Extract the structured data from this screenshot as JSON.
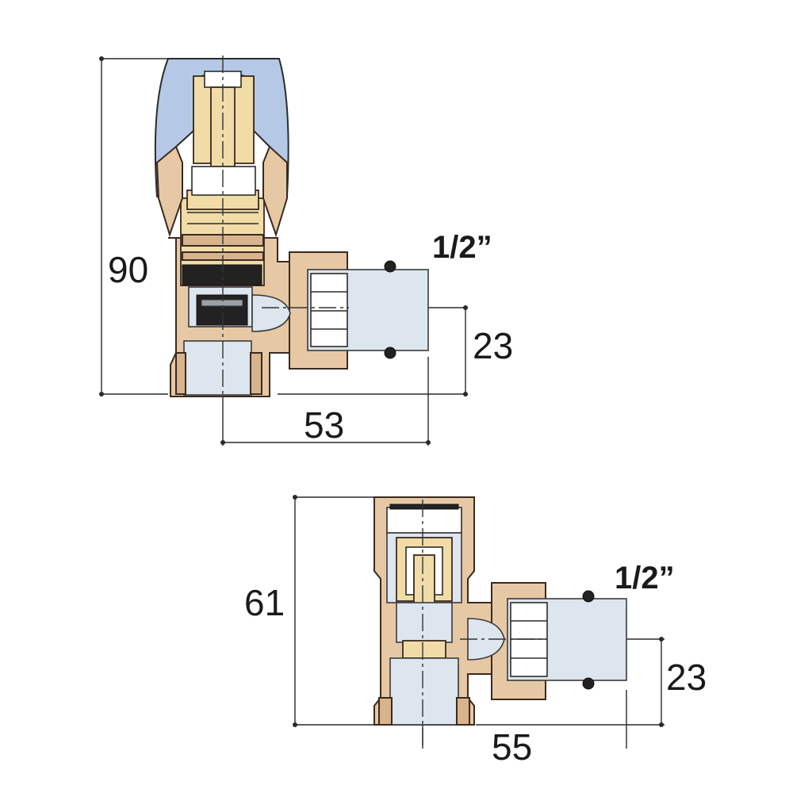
{
  "top_valve": {
    "height_dim": "90",
    "offset_dim": "23",
    "length_dim": "53",
    "thread_size": "1/2”"
  },
  "bottom_valve": {
    "height_dim": "61",
    "offset_dim": "23",
    "length_dim": "55",
    "thread_size": "1/2”"
  },
  "colors": {
    "body": "#e6c9a4",
    "cap": "#b5c9e6",
    "brass": "#f1dca8",
    "pipe": "#dde5ee"
  }
}
